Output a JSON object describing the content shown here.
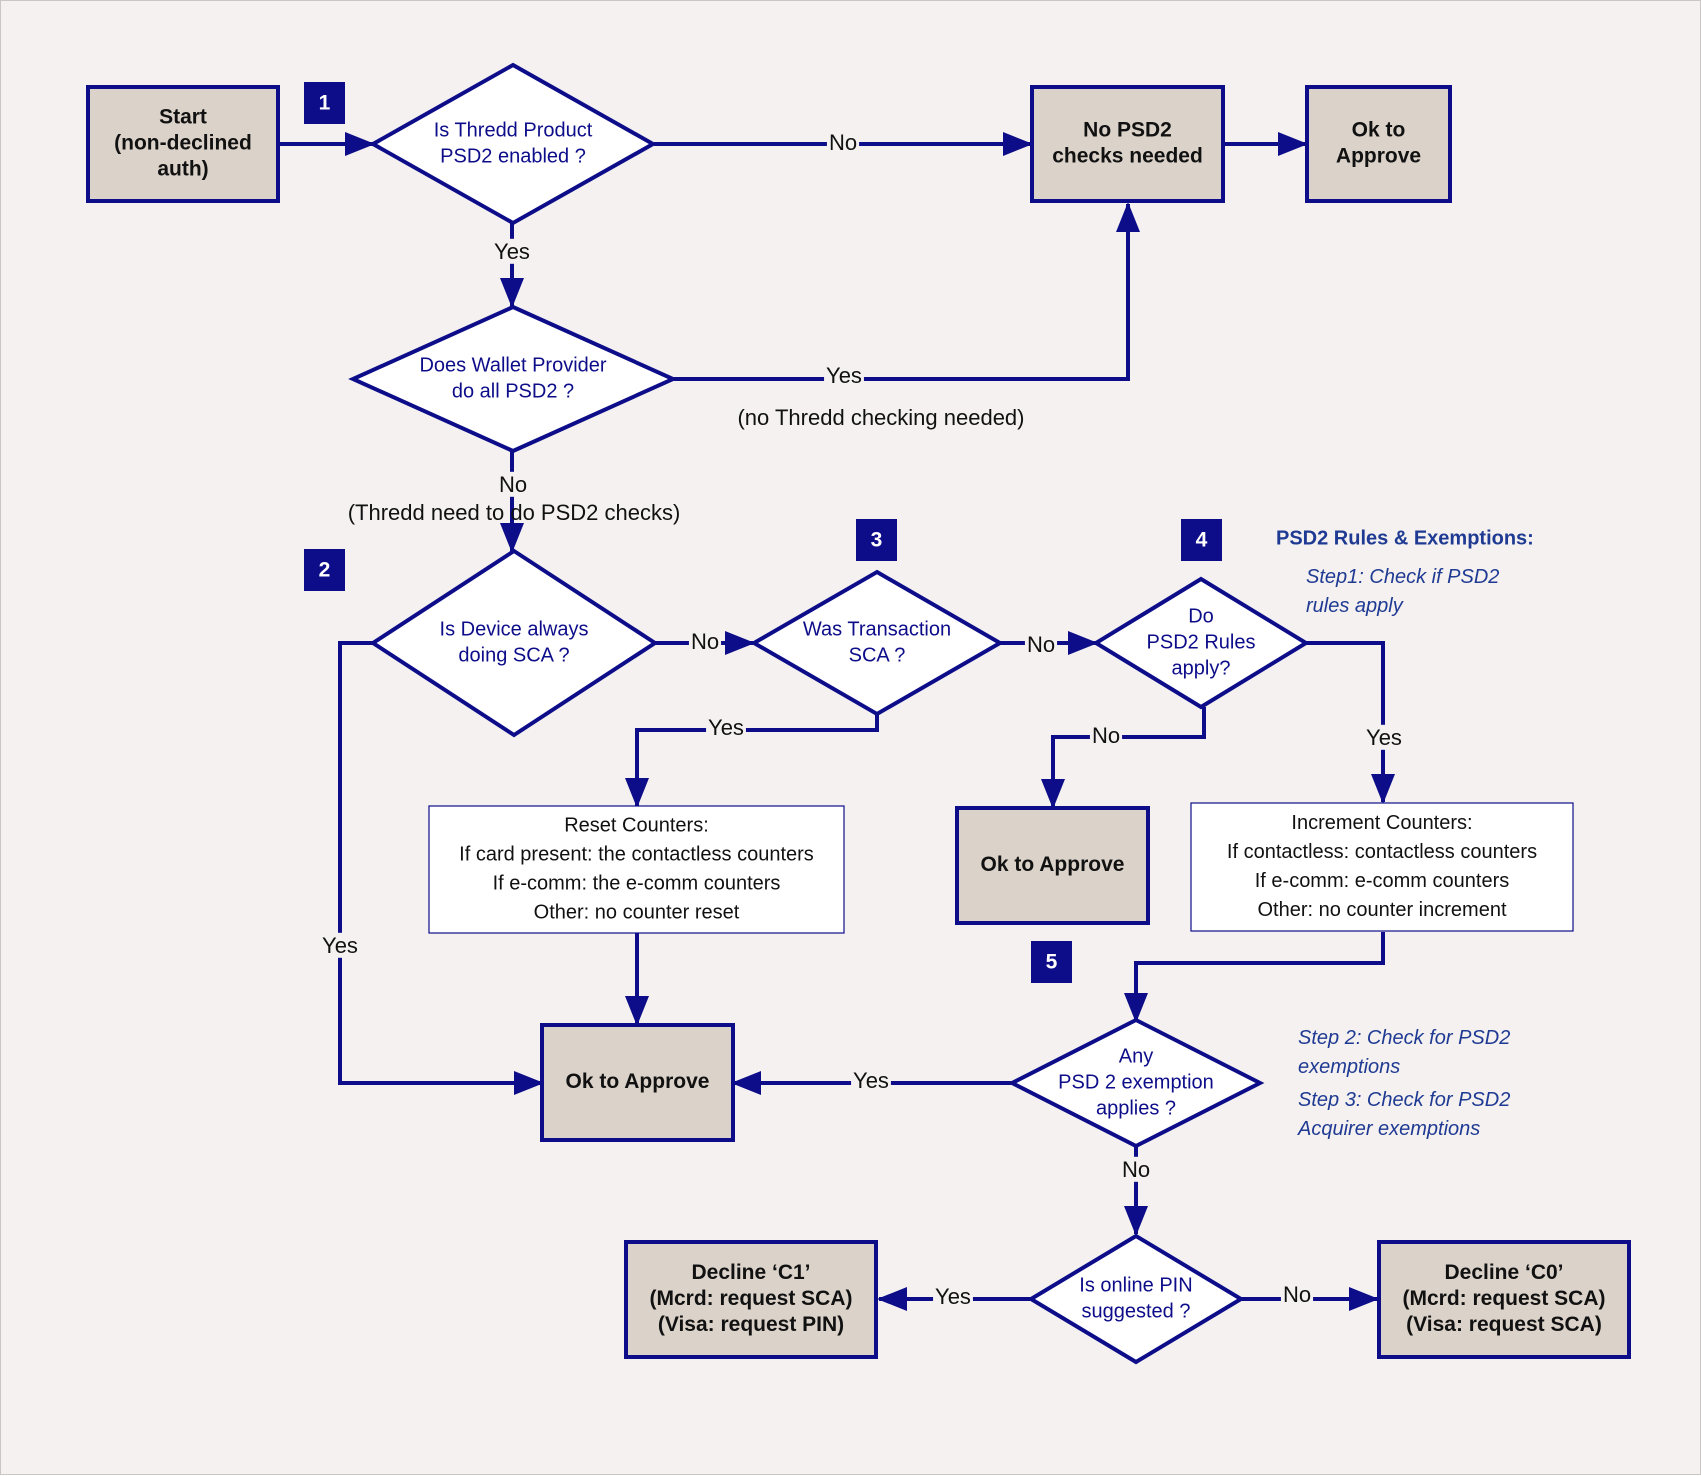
{
  "colors": {
    "line": "#0d0d8a",
    "box_fill": "#dbd3ca",
    "note_text": "#1f3a93",
    "background": "#f4f1f0"
  },
  "nodes": {
    "start": [
      "Start",
      "(non-declined",
      "auth)"
    ],
    "q1_psd2_enabled": [
      "Is Thredd Product",
      "PSD2 enabled ?"
    ],
    "no_psd2_checks": [
      "No PSD2",
      "checks needed"
    ],
    "ok_approve_top": [
      "Ok to",
      "Approve"
    ],
    "q_wallet": [
      "Does Wallet Provider",
      "do all PSD2 ?"
    ],
    "q2_device_sca": [
      "Is Device always",
      "doing SCA ?"
    ],
    "q3_transaction_sca": [
      "Was Transaction",
      "SCA ?"
    ],
    "q4_rules_apply": [
      "Do",
      "PSD2 Rules",
      "apply?"
    ],
    "reset_counters": [
      "Reset Counters:",
      "If card present: the contactless counters",
      "If e-comm: the e-comm counters",
      "Other: no counter reset"
    ],
    "ok_approve_mid": [
      "Ok to Approve"
    ],
    "increment_counters": [
      "Increment Counters:",
      "If contactless: contactless counters",
      "If e-comm: e-comm counters",
      "Other: no counter increment"
    ],
    "ok_approve_main": [
      "Ok to Approve"
    ],
    "q5_exemption": [
      "Any",
      "PSD 2 exemption",
      "applies ?"
    ],
    "q_online_pin": [
      "Is online PIN",
      "suggested ?"
    ],
    "decline_c1": [
      "Decline ‘C1’",
      "(Mcrd: request  SCA)",
      "(Visa: request PIN)"
    ],
    "decline_c0": [
      "Decline ‘C0’",
      "(Mcrd: request SCA)",
      "(Visa: request SCA)"
    ]
  },
  "edge_labels": {
    "q1_no": "No",
    "q1_yes": "Yes",
    "wallet_yes": "Yes",
    "wallet_yes_note": "(no Thredd checking needed)",
    "wallet_no": "No",
    "wallet_no_note": "(Thredd need to do PSD2 checks)",
    "q2_no": "No",
    "q2_yes": "Yes",
    "q3_no": "No",
    "q3_yes": "Yes",
    "q4_no": "No",
    "q4_yes": "Yes",
    "q5_yes": "Yes",
    "q5_no": "No",
    "pin_yes": "Yes",
    "pin_no": "No"
  },
  "badges": {
    "b1": "1",
    "b2": "2",
    "b3": "3",
    "b4": "4",
    "b5": "5"
  },
  "notes": {
    "rules_title": "PSD2 Rules & Exemptions:",
    "step1": [
      "Step1: Check if PSD2",
      "rules apply"
    ],
    "step2": [
      "Step 2: Check for PSD2",
      "exemptions"
    ],
    "step3": [
      "Step 3: Check for PSD2",
      "Acquirer exemptions"
    ]
  }
}
